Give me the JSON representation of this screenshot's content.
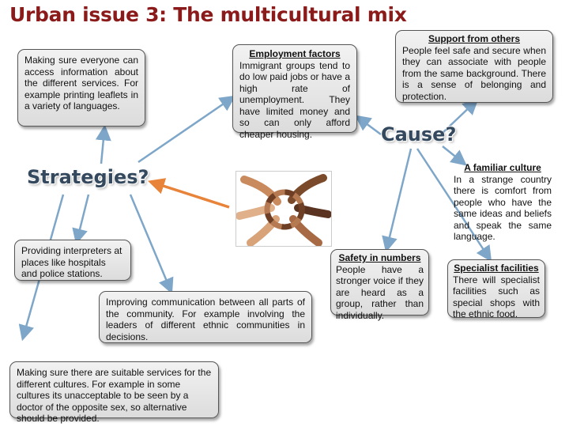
{
  "title": "Urban issue 3: The multicultural mix",
  "labels": {
    "strategies": "Strategies?",
    "cause": "Cause?"
  },
  "boxes": {
    "languages": {
      "text": "Making sure everyone can access information about the different services. For example printing leaflets in a variety of languages."
    },
    "employment": {
      "heading": "Employment factors",
      "text": "Immigrant groups tend to do low paid jobs or have a high rate of unemployment. They have limited money and so can only afford cheaper housing."
    },
    "support": {
      "heading": "Support from others",
      "text": "People feel safe and secure when they can associate with people from the same background. There is a sense of belonging and protection."
    },
    "familiar": {
      "heading": "A familiar culture",
      "text": "In a strange country there is comfort from people who have the same ideas and beliefs and speak the same language."
    },
    "interpreters": {
      "text": "Providing interpreters at places like hospitals and police stations."
    },
    "communication": {
      "text": "Improving communication between all parts of the community. For example involving the leaders of different ethnic communities in decisions."
    },
    "services": {
      "text": "Making sure there are suitable services for the different cultures. For example in some cultures its unacceptable to be seen by a doctor of the opposite sex, so alternative should be provided."
    },
    "safety": {
      "heading": "Safety in numbers",
      "text": "People have a stronger voice if they are heard as a group, rather than individually."
    },
    "specialist": {
      "heading": "Specialist facilities",
      "text": "There will specialist facilities such as special shops with the ethnic food."
    }
  },
  "colors": {
    "title": "#8b1a1a",
    "label": "#34495e",
    "cause_arrow": "#7ea6c9",
    "strategy_arrow": "#e8833a",
    "arms": [
      "#c98b5e",
      "#7a4a2b",
      "#e0b08a",
      "#5a3420",
      "#d9a37a",
      "#a86a44"
    ]
  }
}
